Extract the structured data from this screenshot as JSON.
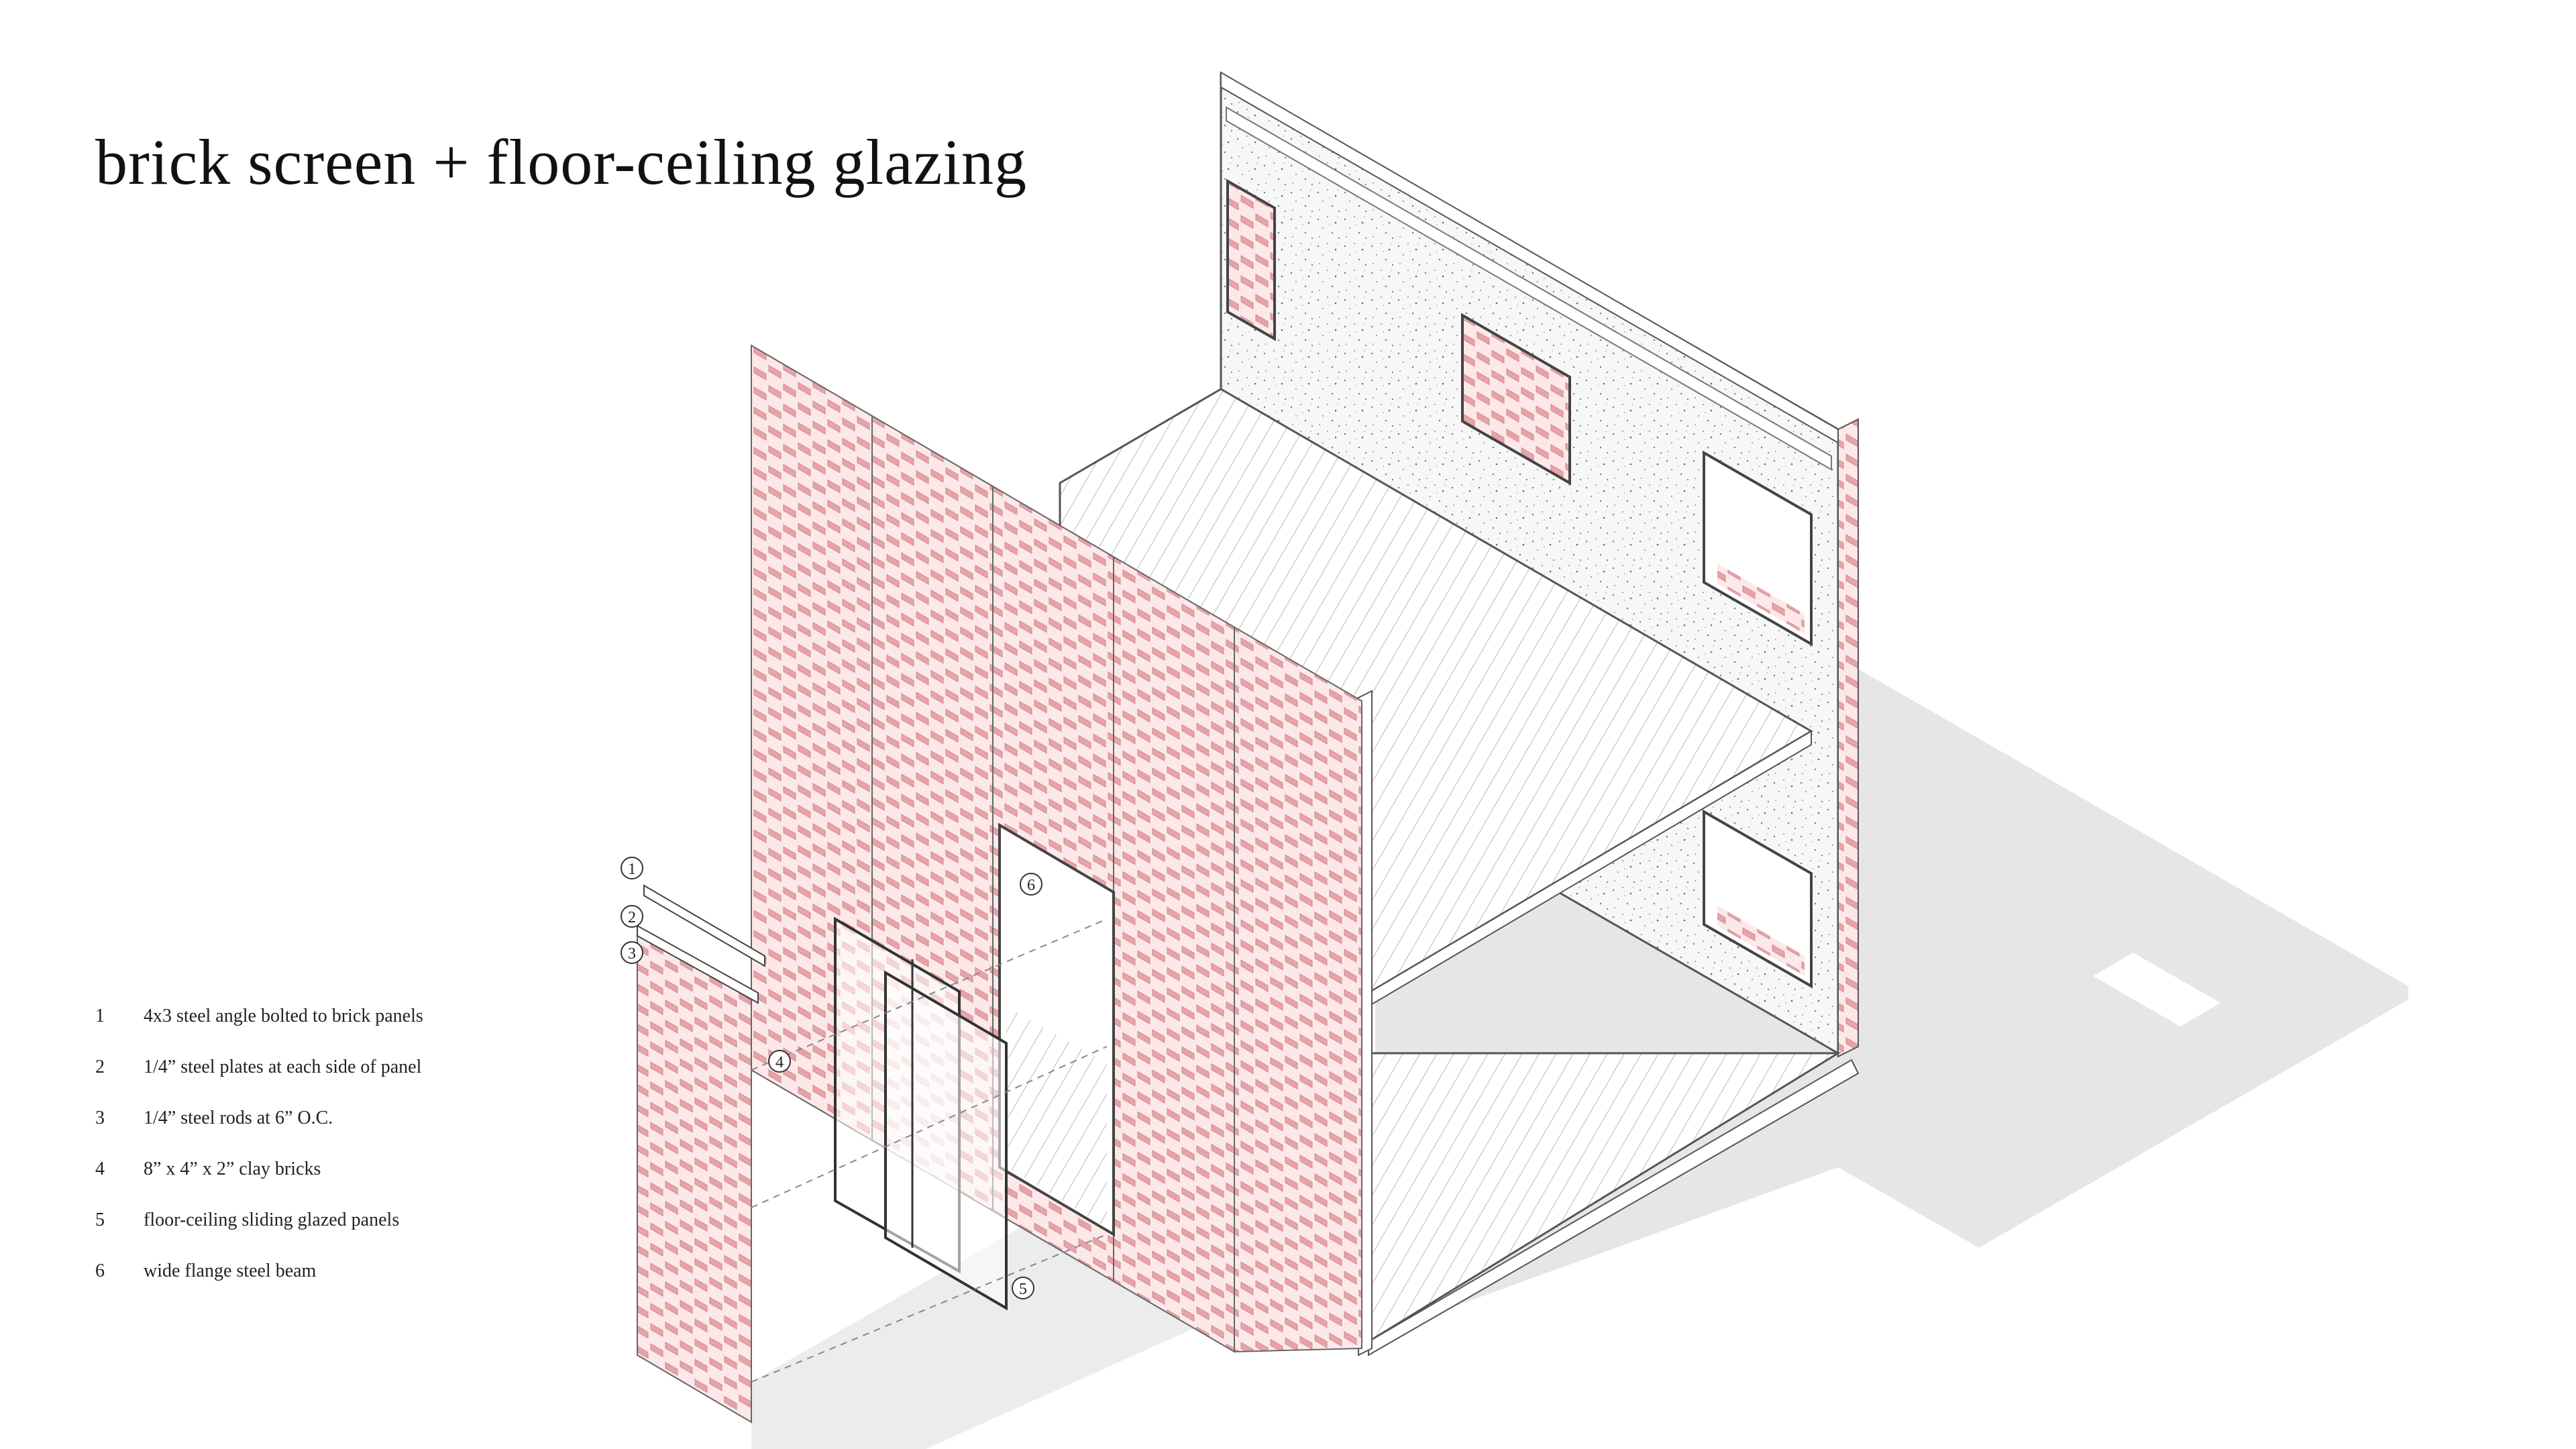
{
  "title": "brick screen + floor-ceiling glazing",
  "legend": [
    {
      "num": "1",
      "text": "4x3 steel angle bolted to brick panels"
    },
    {
      "num": "2",
      "text": "1/4” steel plates at each side of panel"
    },
    {
      "num": "3",
      "text": "1/4” steel rods at 6” O.C."
    },
    {
      "num": "4",
      "text": "8” x 4” x 2” clay bricks"
    },
    {
      "num": "5",
      "text": "floor-ceiling sliding glazed panels"
    },
    {
      "num": "6",
      "text": "wide flange steel beam"
    }
  ],
  "callouts": [
    "1",
    "2",
    "3",
    "4",
    "5",
    "6"
  ],
  "colors": {
    "brick": "#e8a8ac",
    "brick_fill": "#fbe4e5",
    "line": "#555555",
    "shadow": "#e6e6e6",
    "stucco": "#f7f7f7"
  }
}
